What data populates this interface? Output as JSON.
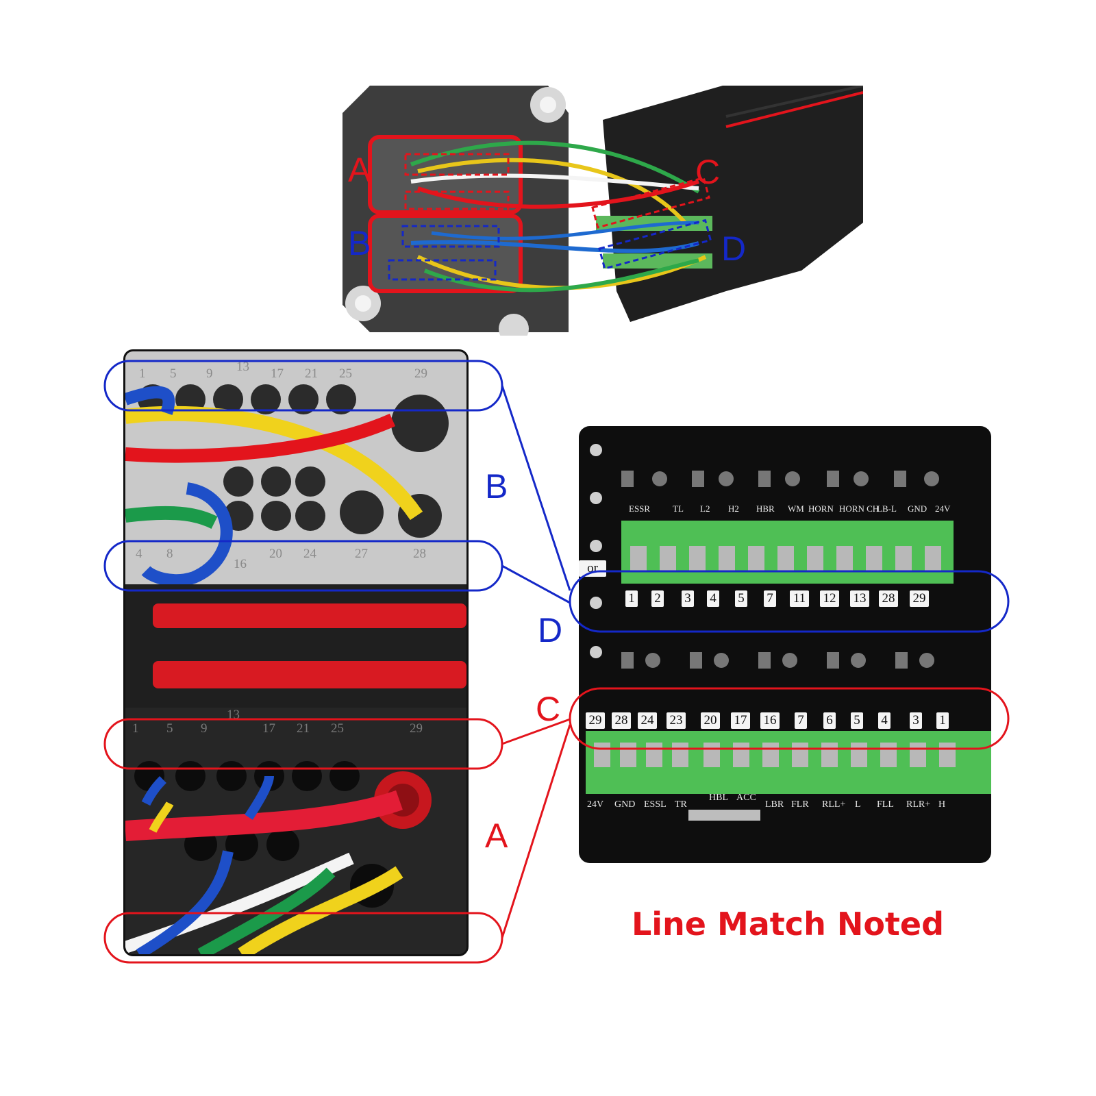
{
  "callouts": {
    "a": "A",
    "b": "B",
    "c": "C",
    "d": "D"
  },
  "left_photo": {
    "top_numbers": [
      "1",
      "5",
      "9",
      "13",
      "17",
      "21",
      "25",
      "29"
    ],
    "mid_numbers": [
      "4",
      "8",
      "16",
      "20",
      "24",
      "27",
      "28"
    ],
    "lower_numbers": [
      "1",
      "5",
      "9",
      "13",
      "17",
      "21",
      "25",
      "29"
    ]
  },
  "board": {
    "or_label": "or",
    "top_terminal_names": [
      "ESSR",
      "TL",
      "L2",
      "H2",
      "HBR",
      "WM",
      "HORN",
      "HORN CH",
      "LB-L",
      "GND",
      "24V"
    ],
    "top_numbers": [
      "1",
      "2",
      "3",
      "4",
      "5",
      "7",
      "11",
      "12",
      "13",
      "28",
      "29"
    ],
    "bottom_numbers": [
      "29",
      "28",
      "24",
      "23",
      "20",
      "17",
      "16",
      "7",
      "6",
      "5",
      "4",
      "3",
      "1"
    ],
    "bottom_terminal_names": [
      "24V",
      "GND",
      "ESSL",
      "TR",
      "HBL",
      "ACC",
      "LBR",
      "FLR",
      "RLL+",
      "L",
      "FLL",
      "RLR+",
      "H"
    ]
  },
  "caption": "Line Match Noted",
  "colors": {
    "red": "#e3141c",
    "blue": "#1428c8",
    "terminal_green": "#4fbf55"
  }
}
